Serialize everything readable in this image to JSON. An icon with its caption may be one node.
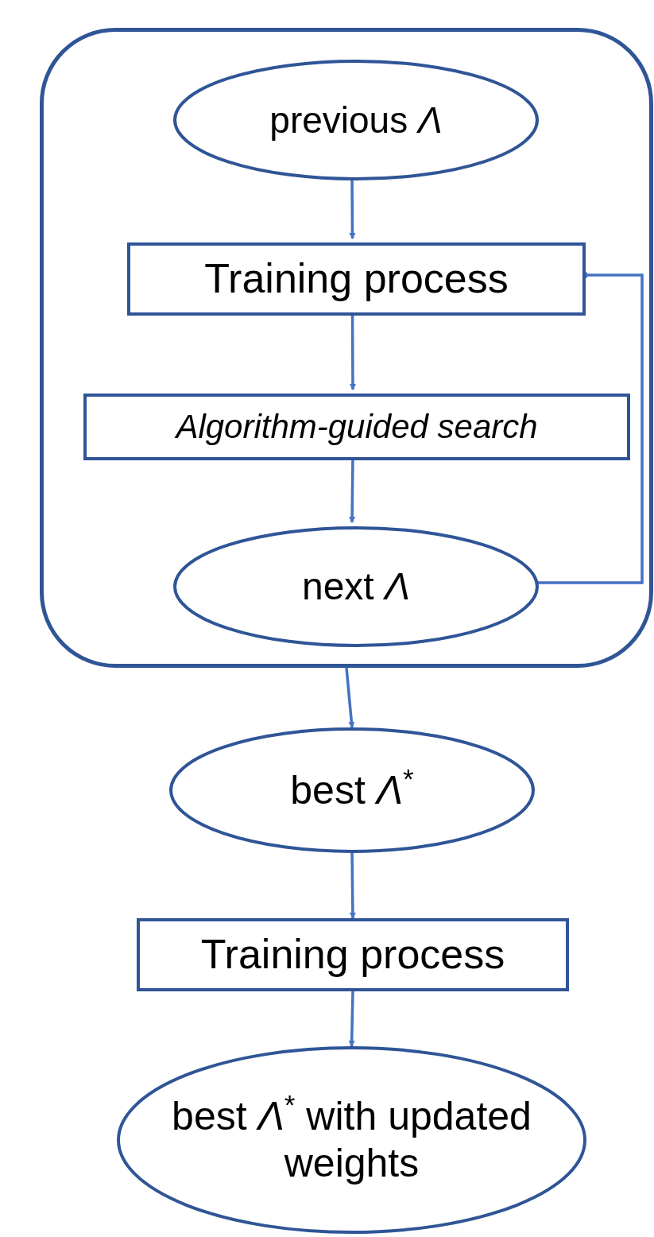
{
  "diagram": {
    "nodes": [
      {
        "text": [],
        "shape": "box"
      },
      {
        "text": [
          "previous *Λ*"
        ],
        "in": 0
      },
      {
        "text": [
          "Training process"
        ],
        "in": 0
      },
      {
        "text": [
          "Algorithm-guided search"
        ],
        "in": 0
      },
      {
        "text": [
          "next *Λ*"
        ],
        "in": 0
      },
      {
        "text": [
          "best *Λ*$^{*}$"
        ]
      },
      {
        "text": [
          "Training process"
        ]
      },
      {
        "text": [
          "best *Λ*$^{*}$ with updated weights"
        ]
      }
    ],
    "edges": [
      {
        "from": 1,
        "to": 2,
        "arrow": "to"
      },
      {
        "from": 2,
        "to": 3,
        "arrow": "to"
      },
      {
        "from": 3,
        "to": 4,
        "arrow": "to"
      },
      {
        "from": 4,
        "to": 2,
        "arrow": "to"
      },
      {
        "from": 0,
        "to": 5,
        "arrow": "to"
      },
      {
        "from": 5,
        "to": 6,
        "arrow": "to"
      },
      {
        "from": 6,
        "to": 7,
        "arrow": "to"
      }
    ]
  }
}
